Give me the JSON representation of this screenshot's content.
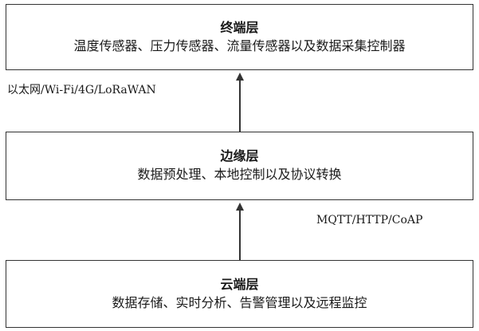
{
  "layers": {
    "terminal": {
      "title": "终端层",
      "description": "温度传感器、压力传感器、流量传感器以及数据采集控制器"
    },
    "edge": {
      "title": "边缘层",
      "description": "数据预处理、本地控制以及协议转换"
    },
    "cloud": {
      "title": "云端层",
      "description": "数据存储、实时分析、告警管理以及远程监控"
    }
  },
  "connections": {
    "edge_to_terminal": {
      "label": "以太网/Wi-Fi/4G/LoRaWAN"
    },
    "cloud_to_edge": {
      "label": "MQTT/HTTP/CoAP"
    }
  },
  "colors": {
    "stroke": "#333333",
    "text": "#1a1a1a",
    "background": "#ffffff"
  }
}
